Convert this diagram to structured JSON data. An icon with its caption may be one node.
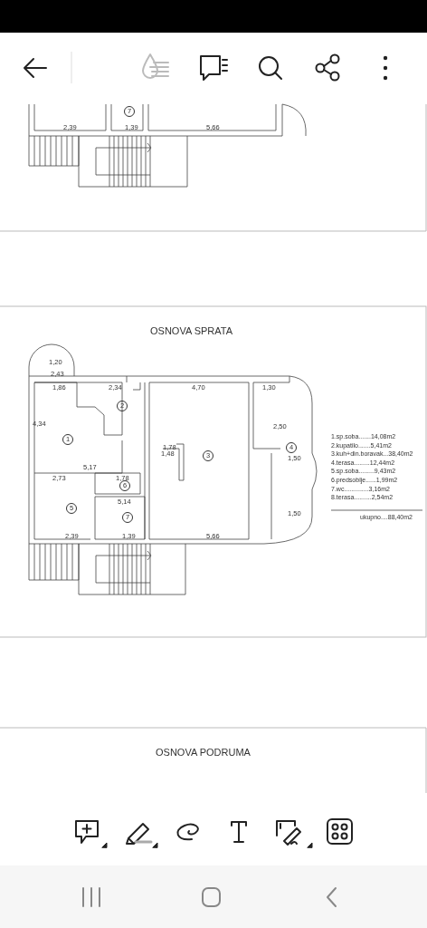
{
  "diagram": {
    "nodes": [
      {
        "text": [],
        "shape": "bar"
      }
    ],
    "labels": [
      "7",
      "2,39",
      "1,39",
      "5,66",
      "OSNOVA SPRATA",
      "1,20",
      "2,43",
      "1,86",
      "2,34",
      "4,70",
      "1,30",
      "2",
      "4,34",
      "1",
      "5,17",
      "1,78",
      "1,48",
      "3",
      "2,50",
      "4",
      "1,50",
      "2,73",
      "1,78",
      "6",
      "5",
      "5,14",
      "7",
      "2,39",
      "1,39",
      "5,66",
      "1,50",
      "1.sp.soba.......14,08m2",
      "2.kupatilo.......5,41m2",
      "3.kuh+din.boravak...38,40m2",
      "4.terasa.........12,44m2",
      "5.sp.soba.........9,43m2",
      "6.predsoblje......1,99m2",
      "7.wc..............3,16m2",
      "8.terasa..........2,54m2",
      "ukupno....88,40m2",
      "OSNOVA PODRUMA"
    ]
  }
}
